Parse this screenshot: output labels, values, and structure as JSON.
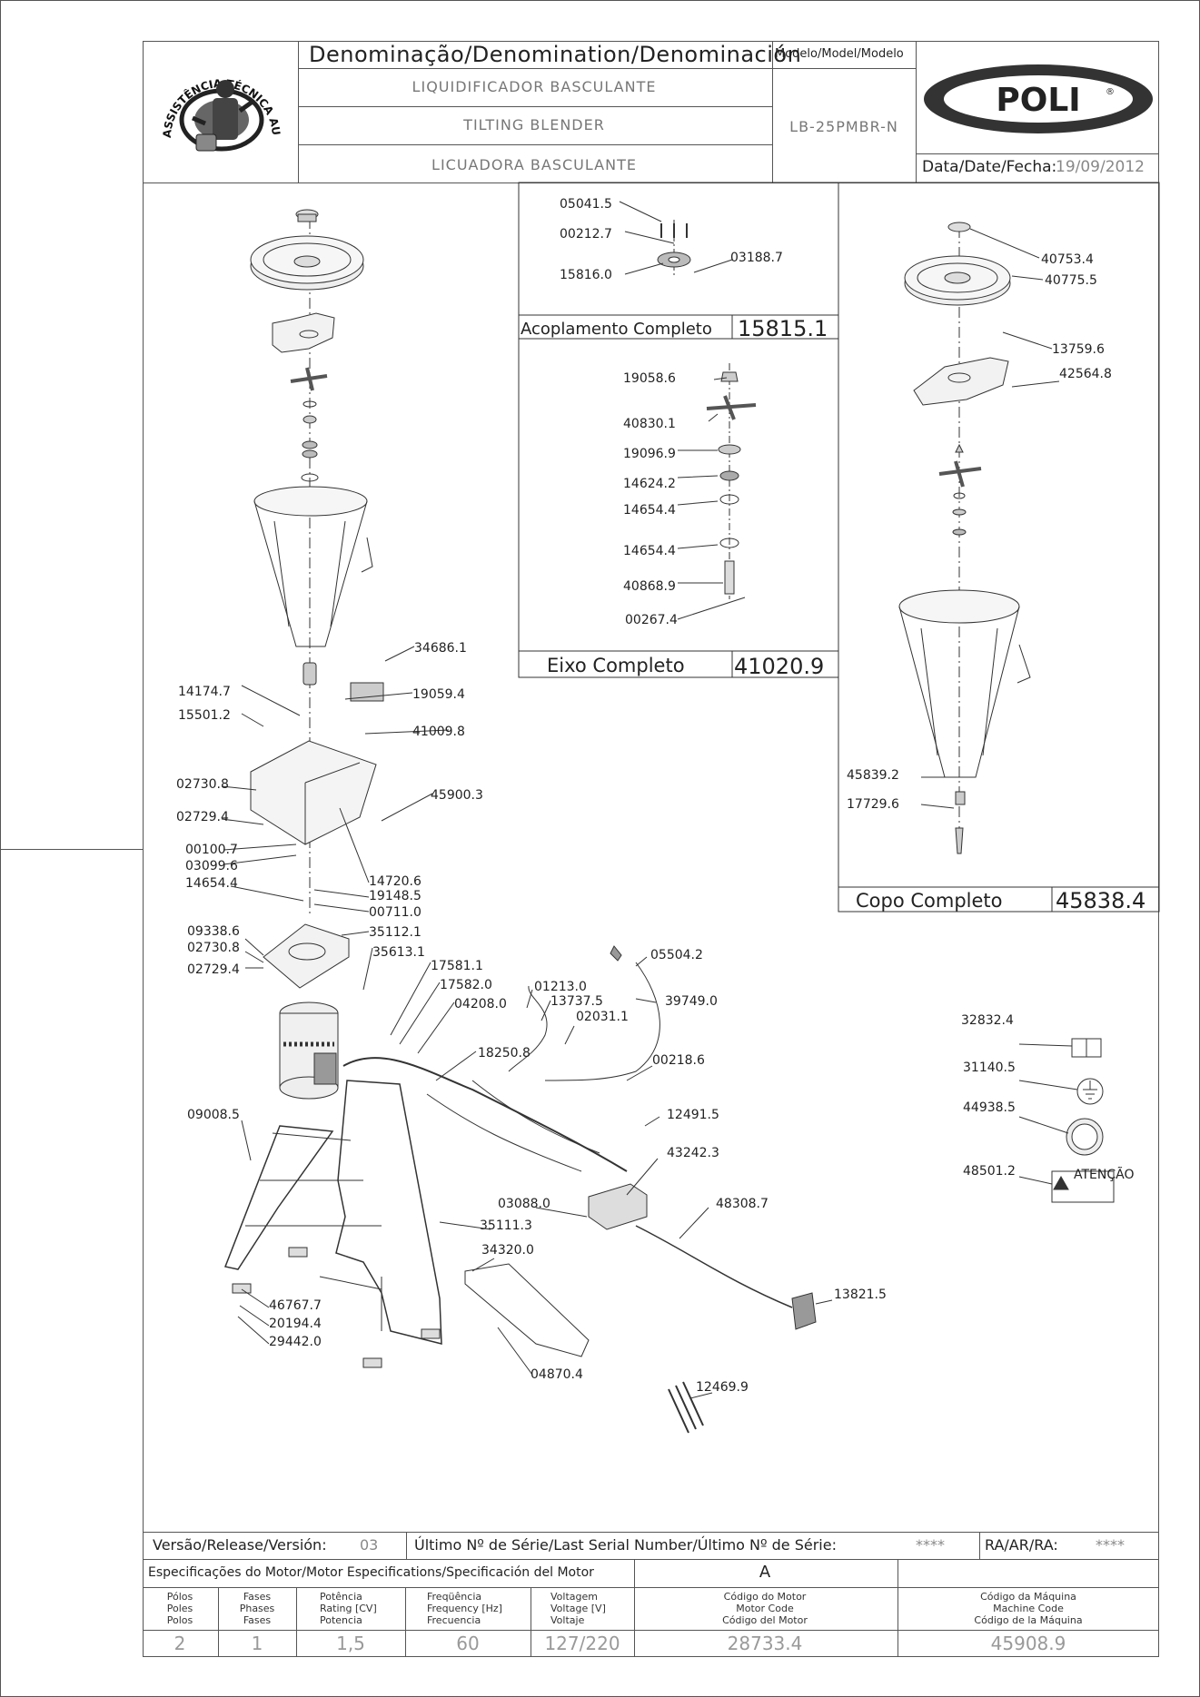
{
  "header": {
    "logo_text": "ASSISTÊNCIA TÉCNICA AUTORIZADA",
    "denomination_label": "Denominação/Denomination/Denominación",
    "name_pt": "LIQUIDIFICADOR BASCULANTE",
    "name_en": "TILTING BLENDER",
    "name_es": "LICUADORA BASCULANTE",
    "model_label": "Modelo/Model/Modelo",
    "model_value": "LB-25PMBR-N",
    "brand": "POLI",
    "date_label": "Data/Date/Fecha:",
    "date_value": "19/09/2012"
  },
  "subassemblies": {
    "coupling": {
      "title": "Acoplamento Completo",
      "code": "15815.1",
      "parts": [
        "05041.5",
        "00212.7",
        "15816.0",
        "03188.7"
      ]
    },
    "shaft": {
      "title": "Eixo Completo",
      "code": "41020.9",
      "parts": [
        "19058.6",
        "40830.1",
        "19096.9",
        "14624.2",
        "14654.4",
        "14654.4",
        "40868.9",
        "00267.4"
      ]
    },
    "cup": {
      "title": "Copo Completo",
      "code": "45838.4",
      "parts": [
        "40753.4",
        "40775.5",
        "13759.6",
        "42564.8",
        "45839.2",
        "17729.6"
      ]
    }
  },
  "main_parts": [
    "34686.1",
    "14174.7",
    "19059.4",
    "15501.2",
    "41009.8",
    "02730.8",
    "45900.3",
    "02729.4",
    "00100.7",
    "03099.6",
    "14654.4",
    "14720.6",
    "19148.5",
    "00711.0",
    "09338.6",
    "35112.1",
    "02730.8",
    "35613.1",
    "02729.4",
    "17581.1",
    "17582.0",
    "01213.0",
    "05504.2",
    "13737.5",
    "02031.1",
    "39749.0",
    "04208.0",
    "18250.8",
    "00218.6",
    "09008.5",
    "12491.5",
    "43242.3",
    "03088.0",
    "48308.7",
    "35111.3",
    "34320.0",
    "13821.5",
    "46767.7",
    "20194.4",
    "29442.0",
    "04870.4",
    "12469.9"
  ],
  "accessories": [
    "32832.4",
    "31140.5",
    "44938.5",
    "48501.2"
  ],
  "warning_label": "ATENÇÃO",
  "footer": {
    "version_label": "Versão/Release/Versión:",
    "version_value": "03",
    "serial_label": "Último Nº de Série/Last Serial Number/Último Nº de Série:",
    "serial_value": "****",
    "ra_label": "RA/AR/RA:",
    "ra_value": "****",
    "motor_spec_label": "Especificações do Motor/Motor Especifications/Specificación del Motor",
    "motor_spec_value": "A",
    "columns": [
      {
        "l1": "Pólos",
        "l2": "Poles",
        "l3": "Polos",
        "value": "2"
      },
      {
        "l1": "Fases",
        "l2": "Phases",
        "l3": "Fases",
        "value": "1"
      },
      {
        "l1": "Potência",
        "l2": "Rating [CV]",
        "l3": "Potencia",
        "value": "1,5"
      },
      {
        "l1": "Freqüência",
        "l2": "Frequency [Hz]",
        "l3": "Frecuencia",
        "value": "60"
      },
      {
        "l1": "Voltagem",
        "l2": "Voltage [V]",
        "l3": "Voltaje",
        "value": "127/220"
      },
      {
        "l1": "Código do Motor",
        "l2": "Motor Code",
        "l3": "Código del Motor",
        "value": "28733.4"
      },
      {
        "l1": "Código da Máquina",
        "l2": "Machine Code",
        "l3": "Código de la Máquina",
        "value": "45908.9"
      }
    ]
  }
}
